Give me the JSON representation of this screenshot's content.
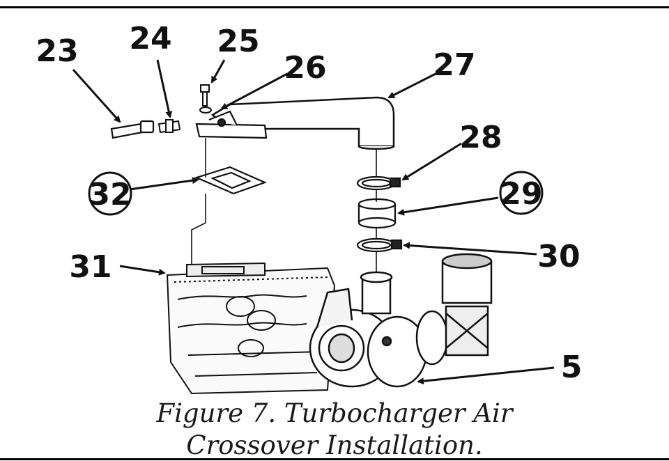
{
  "callouts": {
    "c23": "23",
    "c24": "24",
    "c25": "25",
    "c26": "26",
    "c27": "27",
    "c28": "28",
    "c29": "29",
    "c30": "30",
    "c31": "31",
    "c32": "32",
    "c5": "5"
  },
  "caption": {
    "line1": "Figure 7.  Turbocharger Air",
    "line2": "Crossover Installation."
  },
  "colors": {
    "ink": "#111111",
    "paper": "#ffffff"
  }
}
